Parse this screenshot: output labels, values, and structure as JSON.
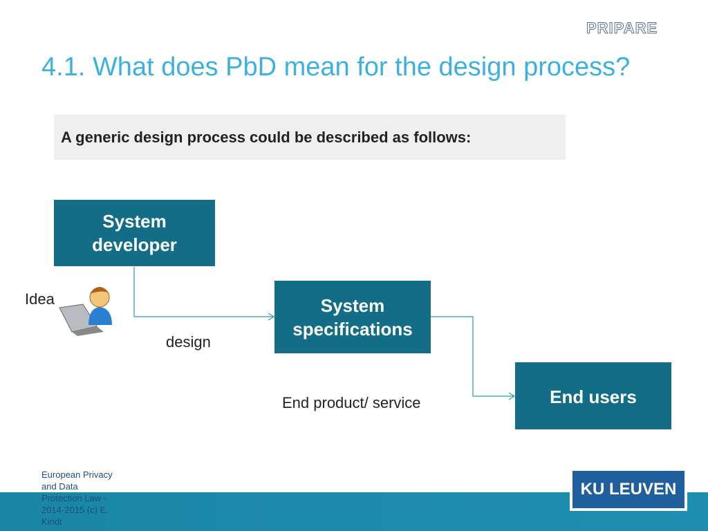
{
  "header": {
    "title": "4.1. What does PbD mean for the design process?",
    "logo": "PRIPARE"
  },
  "intro": "A generic design process could be described as follows:",
  "diagram": {
    "developer": "System developer",
    "specs": "System specifications",
    "users": "End users",
    "idea": "Idea",
    "design": "design",
    "end_product": "End product/ service",
    "person_icon": "user-with-laptop-icon"
  },
  "footer": {
    "text": "European Privacy and Data Protection Law - 2014-2015 (c) E. Kindt",
    "university_logo": "KU LEUVEN"
  }
}
